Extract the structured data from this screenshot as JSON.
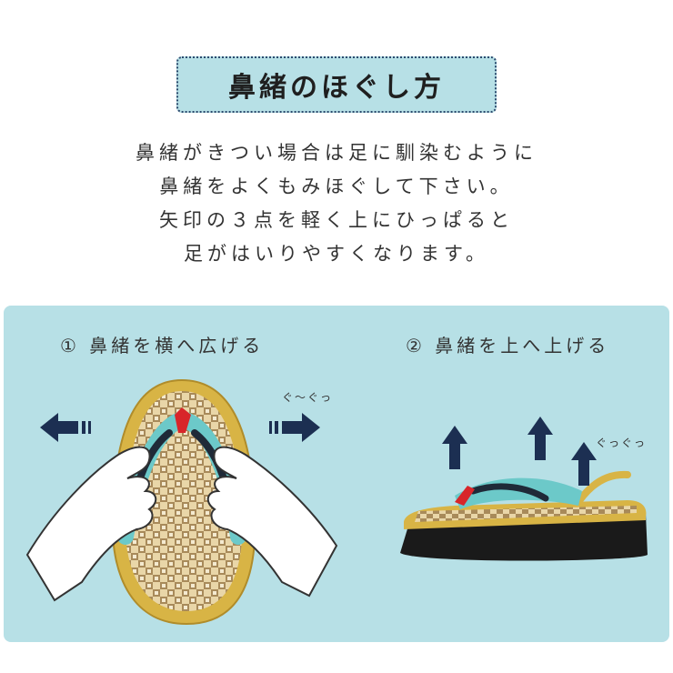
{
  "title": "鼻緒のほぐし方",
  "intro_lines": [
    "鼻緒がきつい場合は足に馴染むように",
    "鼻緒をよくもみほぐして下さい。",
    "矢印の３点を軽く上にひっぱると",
    "足がはいりやすくなります。"
  ],
  "steps": [
    {
      "label": "① 鼻緒を横へ広げる",
      "sfx": "ぐ～ぐっ"
    },
    {
      "label": "② 鼻緒を上へ上げる",
      "sfx": "ぐっぐっ"
    }
  ],
  "colors": {
    "panel": "#b7e0e6",
    "arrow": "#1c2f52",
    "rim": "#d8b445",
    "thong_teal": "#6cc9c9",
    "thong_tip": "#d8262a"
  },
  "icons": [
    "arrow-left-icon",
    "arrow-right-icon",
    "arrow-up-icon"
  ]
}
